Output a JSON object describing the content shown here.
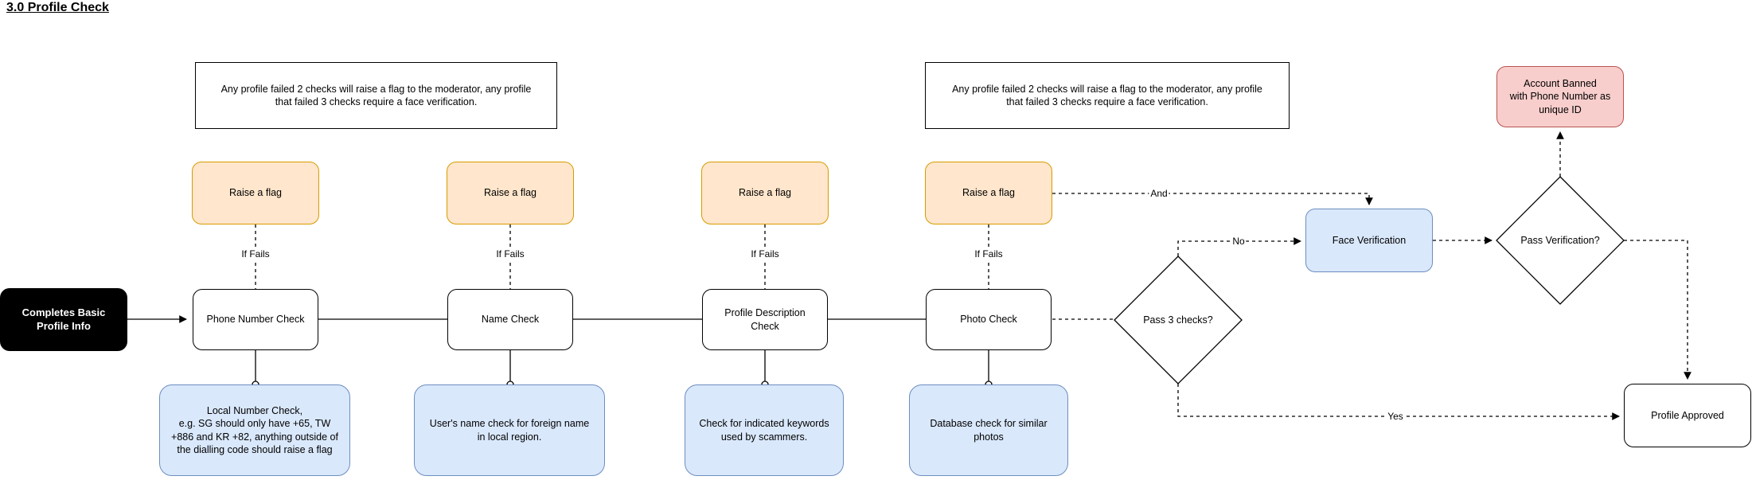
{
  "title": "3.0 Profile Check",
  "notes": {
    "left": "Any profile failed 2 checks will raise a flag to the moderator, any profile\nthat failed 3 checks require a face verification.",
    "right": "Any profile failed 2 checks will raise a flag to the moderator, any profile\nthat failed 3 checks require a face verification."
  },
  "start": {
    "label": "Completes Basic\nProfile Info"
  },
  "columns": [
    {
      "flag": "Raise a flag",
      "edge": "If Fails",
      "check": "Phone Number Check",
      "detail": "Local Number Check,\ne.g. SG should only have +65, TW\n+886 and KR +82, anything outside of\nthe dialling code should raise a flag"
    },
    {
      "flag": "Raise a flag",
      "edge": "If Fails",
      "check": "Name Check",
      "detail": "User's name check for foreign name\nin local region."
    },
    {
      "flag": "Raise a flag",
      "edge": "If Fails",
      "check": "Profile Description\nCheck",
      "detail": "Check for indicated keywords\nused by scammers."
    },
    {
      "flag": "Raise a flag",
      "edge": "If Fails",
      "check": "Photo Check",
      "detail": "Database check for similar\nphotos"
    }
  ],
  "decisions": {
    "pass3": "Pass 3 checks?",
    "passVerification": "Pass Verification?"
  },
  "faceVerification": {
    "label": "Face Verification"
  },
  "accountBanned": {
    "label": "Account Banned\nwith Phone Number as\nunique ID"
  },
  "profileApproved": {
    "label": "Profile Approved"
  },
  "edgeLabels": {
    "and": "And",
    "no": "No",
    "yes": "Yes"
  },
  "colors": {
    "flag_fill": "#FFE6CC",
    "flag_border": "#D79B00",
    "detail_fill": "#DAE8FC",
    "detail_border": "#6C8EBF",
    "banned_fill": "#F8CECC",
    "banned_border": "#B85450",
    "start_fill": "#000000",
    "line": "#000000"
  }
}
